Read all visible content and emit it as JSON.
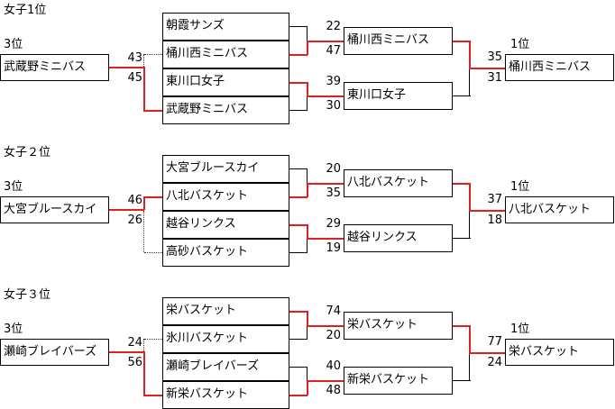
{
  "brackets": [
    {
      "heading": "女子1位",
      "left": {
        "seed": "3位",
        "name": "武蔵野ミニバス",
        "score_top": "43",
        "score_bottom": "45"
      },
      "round1": [
        {
          "team1": "朝霞サンズ",
          "team2": "桶川西ミニバス",
          "score1": "22",
          "score2": "47",
          "winner": "桶川西ミニバス"
        },
        {
          "team1": "東川口女子",
          "team2": "武蔵野ミニバス",
          "score1": "39",
          "score2": "30",
          "winner": "東川口女子"
        }
      ],
      "final": {
        "score1": "35",
        "score2": "31",
        "seed": "1位",
        "champion": "桶川西ミニバス"
      }
    },
    {
      "heading": "女子２位",
      "left": {
        "seed": "3位",
        "name": "大宮ブルースカイ",
        "score_top": "46",
        "score_bottom": "26"
      },
      "round1": [
        {
          "team1": "大宮ブルースカイ",
          "team2": "八北バスケット",
          "score1": "20",
          "score2": "35",
          "winner": "八北バスケット"
        },
        {
          "team1": "越谷リンクス",
          "team2": "高砂バスケット",
          "score1": "29",
          "score2": "19",
          "winner": "越谷リンクス"
        }
      ],
      "final": {
        "score1": "37",
        "score2": "18",
        "seed": "1位",
        "champion": "八北バスケット"
      }
    },
    {
      "heading": "女子３位",
      "left": {
        "seed": "3位",
        "name": "瀬崎ブレイバーズ",
        "score_top": "24",
        "score_bottom": "56"
      },
      "round1": [
        {
          "team1": "栄バスケット",
          "team2": "氷川バスケット",
          "score1": "74",
          "score2": "20",
          "winner": "栄バスケット"
        },
        {
          "team1": "瀬崎ブレイバーズ",
          "team2": "新栄バスケット",
          "score1": "40",
          "score2": "48",
          "winner": "新栄バスケット"
        }
      ],
      "final": {
        "score1": "77",
        "score2": "24",
        "seed": "1位",
        "champion": "栄バスケット"
      }
    }
  ]
}
